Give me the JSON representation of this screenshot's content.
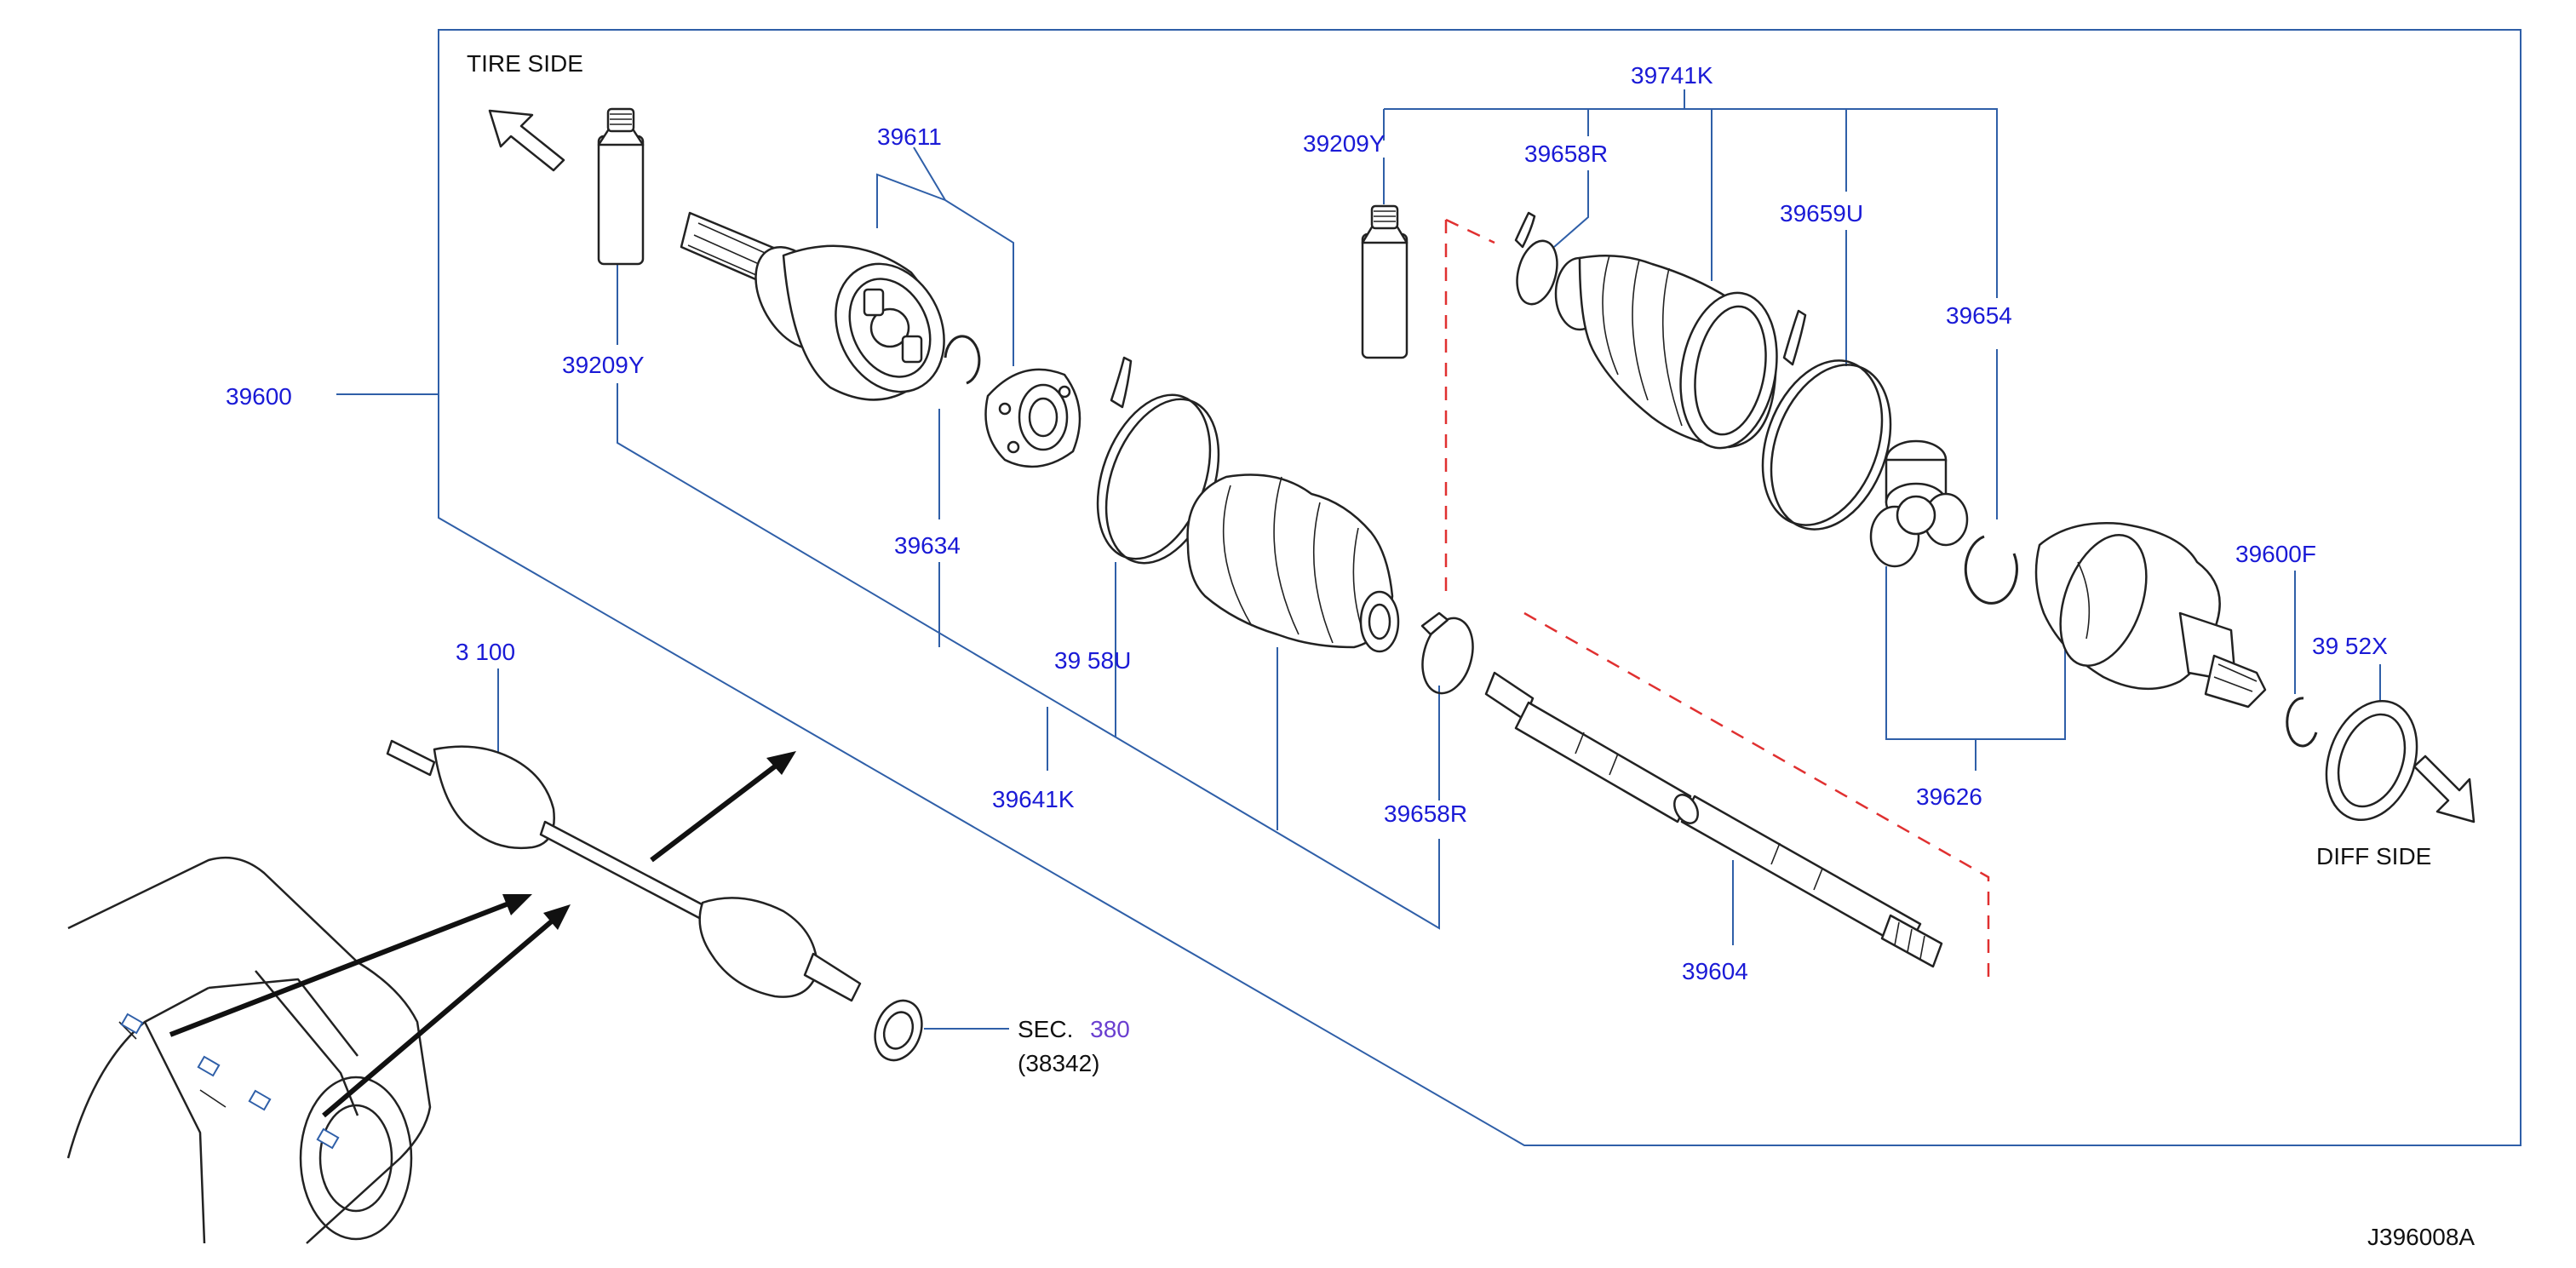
{
  "diagram_id": "J396008A",
  "tire_side_label": "TIRE   SIDE",
  "diff_side_label": "DIFF   SIDE",
  "section_ref": "SEC.",
  "section_num": "380",
  "section_sub": "(38342)",
  "colors": {
    "label_blue": "#1a1ad6",
    "leader_blue": "#2f5fa8",
    "dash_red": "#e03030",
    "section_purple": "#6a3fd0",
    "outline": "#222222"
  },
  "parts": {
    "p39600": "39600",
    "p39209Y_a": "39209Y",
    "p39611": "39611",
    "p39634": "39634",
    "p39658U": "39  58U",
    "p39641K": "39641K",
    "p39658R_b": "39658R",
    "p39209Y_b": "39209Y",
    "p39741K": "39741K",
    "p39658R_a": "39658R",
    "p39659U": "39659U",
    "p39654": "39654",
    "p39600F": "39600F",
    "p39752X": "39 52X",
    "p39626": "39626",
    "p39604": "39604",
    "p39100": "3 100"
  }
}
